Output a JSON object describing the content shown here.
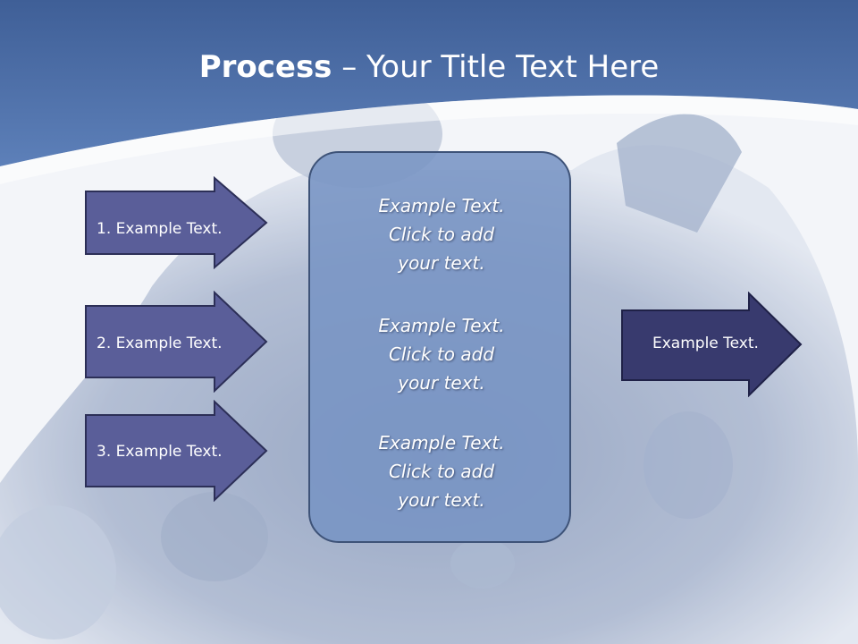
{
  "title": {
    "bold": "Process",
    "rest": " – Your Title Text Here"
  },
  "left_arrows": [
    {
      "label": "1. Example Text."
    },
    {
      "label": "2. Example Text."
    },
    {
      "label": "3. Example Text."
    }
  ],
  "center_blocks": [
    {
      "line1": "Example Text.",
      "line2": "Click  to add",
      "line3": "your text."
    },
    {
      "line1": "Example Text.",
      "line2": "Click  to add",
      "line3": "your text."
    },
    {
      "line1": "Example Text.",
      "line2": "Click  to add",
      "line3": "your text."
    }
  ],
  "right_arrow": {
    "label": "Example Text."
  },
  "colors": {
    "header": "#4d6fa8",
    "left_arrow_fill": "#5a5e99",
    "right_arrow_fill": "#383a6e",
    "center_box": "#7894c4"
  }
}
